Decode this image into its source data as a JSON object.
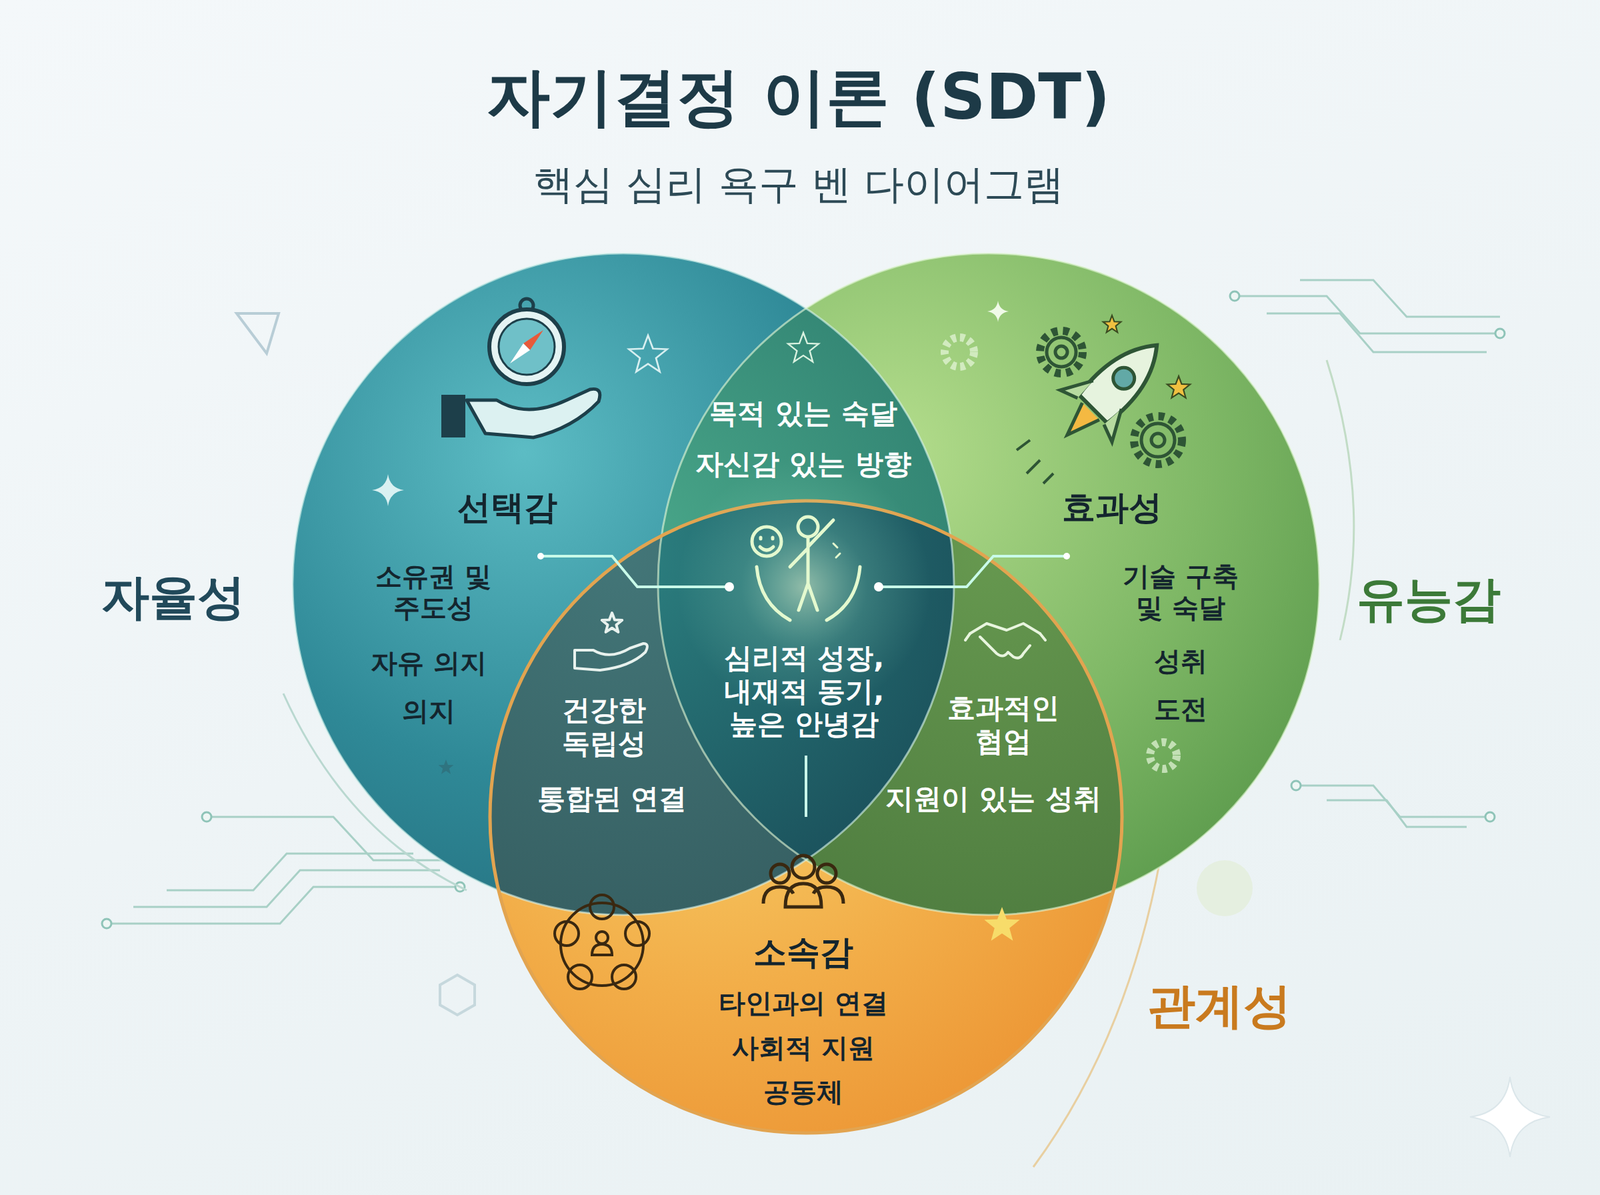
{
  "diagram": {
    "title": "자기결정 이론 (SDT)",
    "caption": "핵심 심리 욕구 벤 다이어그램",
    "nodes": [
      {
        "text": [
          "자율성",
          "선택감",
          "소유권 및 주도성",
          "자유 의지",
          "의지"
        ]
      },
      {
        "text": [
          "목적 있는 숙달",
          "자신감 있는 방향"
        ]
      },
      {
        "text": [
          "유능감",
          "효과성",
          "기술 구축 및 숙달",
          "성취",
          "도전"
        ]
      },
      {
        "text": [
          "건강한 독립성",
          "통합된 연결"
        ]
      },
      {
        "text": [
          "심리적 성장, 내재적 동기, 높은 안녕감"
        ]
      },
      {
        "text": [
          "효과적인 협업",
          "지원이 있는 성취"
        ]
      },
      {
        "text": [
          "관계성",
          "소속감",
          "타인과의 연결",
          "사회적 지원",
          "공동체"
        ]
      }
    ]
  }
}
